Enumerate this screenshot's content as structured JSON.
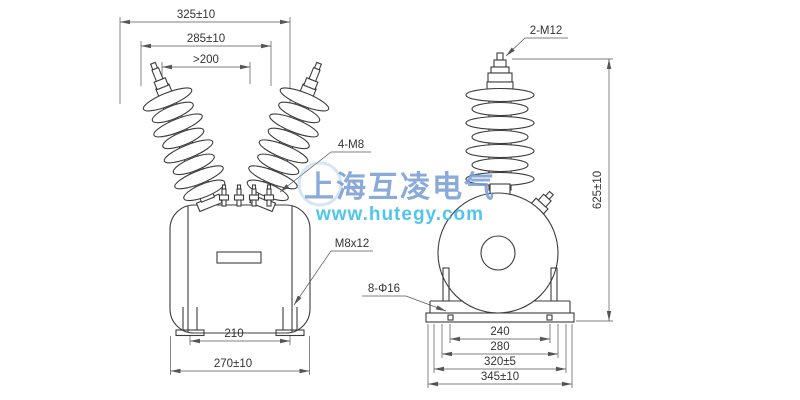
{
  "watermark": {
    "company": "上海互凌电气",
    "website": "www.hutegy.com"
  },
  "front_view": {
    "dim_overall_width": "325±10",
    "dim_bushing_span": "285±10",
    "dim_terminal_span": ">200",
    "label_terminal_bolts": "4-M8",
    "label_mounting_bolt": "M8x12",
    "dim_foot_spacing": "210",
    "dim_base_width": "270±10"
  },
  "side_view": {
    "label_primary_terminal": "2-M12",
    "dim_overall_height": "625±10",
    "label_mounting_holes": "8-Φ16",
    "dim_hole_spacing": "240",
    "dim_base_inner": "280",
    "dim_bolt_span": "320±5",
    "dim_base_length": "345±10"
  }
}
